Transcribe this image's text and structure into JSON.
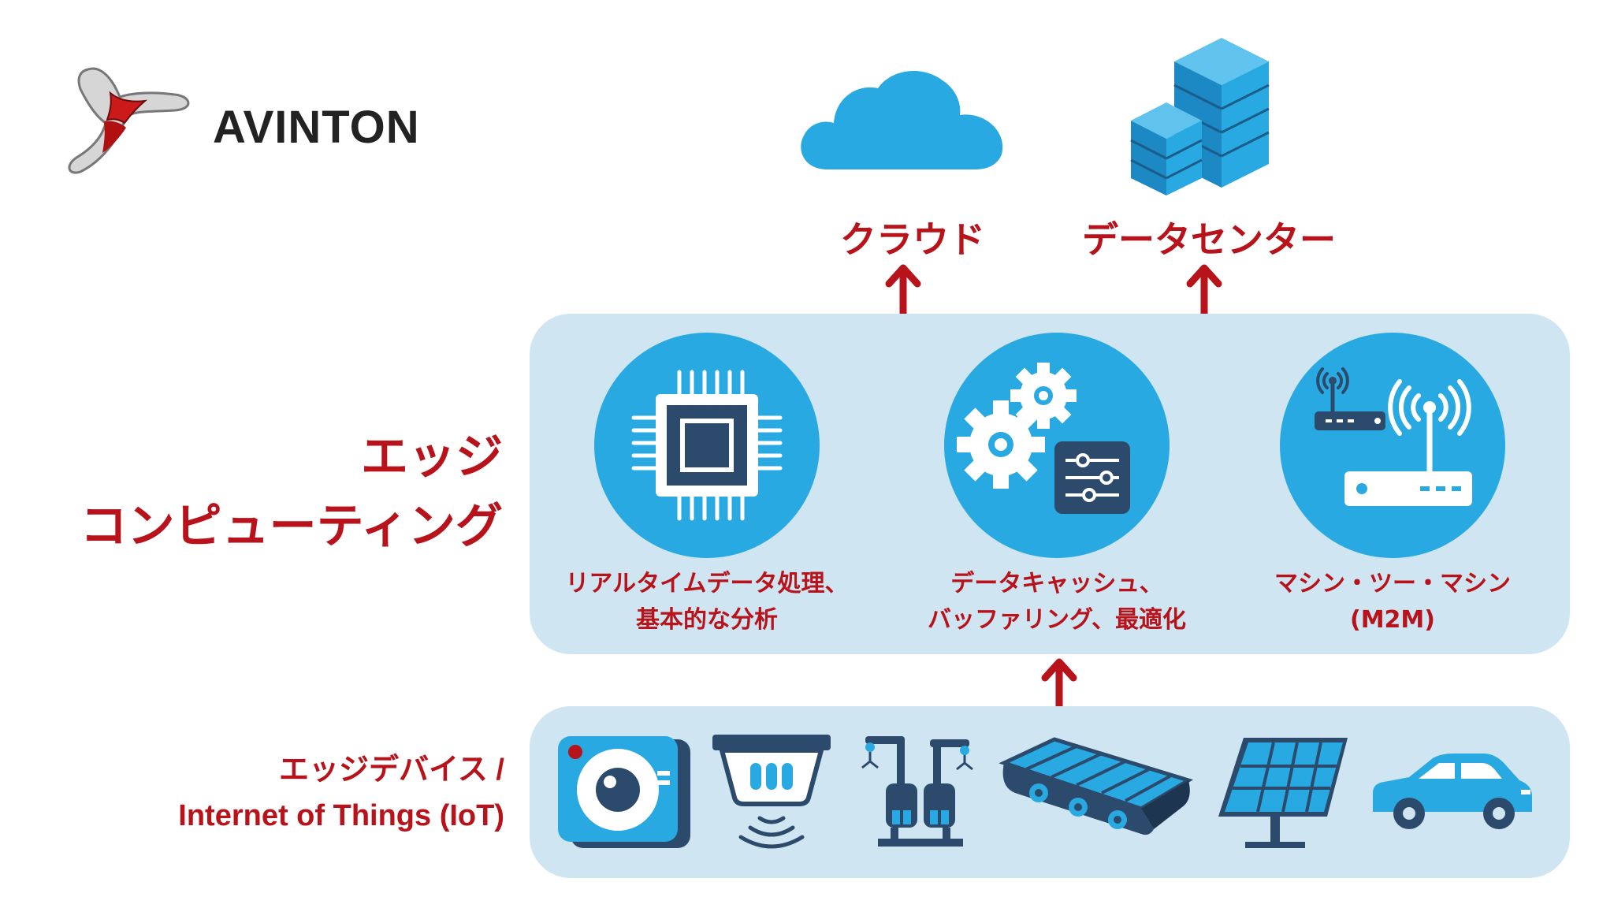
{
  "brand": {
    "name": "AVINTON"
  },
  "top_targets": {
    "cloud_label": "クラウド",
    "datacenter_label": "データセンター"
  },
  "edge": {
    "title_line1": "エッジ",
    "title_line2": "コンピューティング",
    "features": [
      {
        "line1": "リアルタイムデータ処理、",
        "line2": "基本的な分析"
      },
      {
        "line1": "データキャッシュ、",
        "line2": "バッファリング、最適化"
      },
      {
        "line1": "マシン・ツー・マシン",
        "line2": "(M2M)"
      }
    ]
  },
  "devices": {
    "title_line1": "エッジデバイス /",
    "title_line2": "Internet of Things (IoT)",
    "icons": [
      "camera-icon",
      "sensor-icon",
      "robot-arm-icon",
      "conveyor-icon",
      "solar-panel-icon",
      "car-icon"
    ]
  },
  "colors": {
    "accent_red": "#b8121b",
    "icon_blue": "#29a9e1",
    "panel_bg": "#cfe5f1",
    "dark_navy": "#2c4a6b"
  }
}
